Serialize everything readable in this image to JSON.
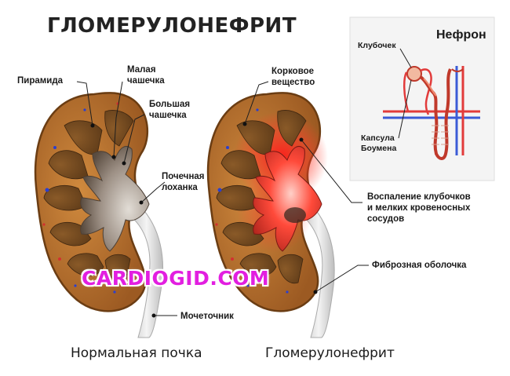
{
  "title": "ГЛОМЕРУЛОНЕФРИТ",
  "watermark": "CARDIOGID.COM",
  "captions": {
    "normal": "Нормальная почка",
    "disease": "Гломерулонефрит"
  },
  "labels": {
    "pyramid": "Пирамида",
    "minor_calyx": "Малая\nчашечка",
    "major_calyx": "Большая\nчашечка",
    "renal_pelvis": "Почечная\nлоханка",
    "ureter": "Мочеточник",
    "cortex": "Корковое\nвещество",
    "inflammation": "Воспаление клубочков\nи мелких кровеносных\nсосудов",
    "fibrous_capsule": "Фиброзная оболочка"
  },
  "inset": {
    "title": "Нефрон",
    "glomerulus": "Клубочек",
    "bowman_capsule": "Капсула\nБоумена"
  },
  "colors": {
    "cortex": "#b9712c",
    "medulla_pyramid": "#6e4820",
    "pelvis_normal": "#7a6a5c",
    "inflammation": "#ff2b2b",
    "ureter": "#e6e6e6",
    "artery": "#e23b3b",
    "vein": "#3b5bd6",
    "watermark": "#e21fe0"
  }
}
